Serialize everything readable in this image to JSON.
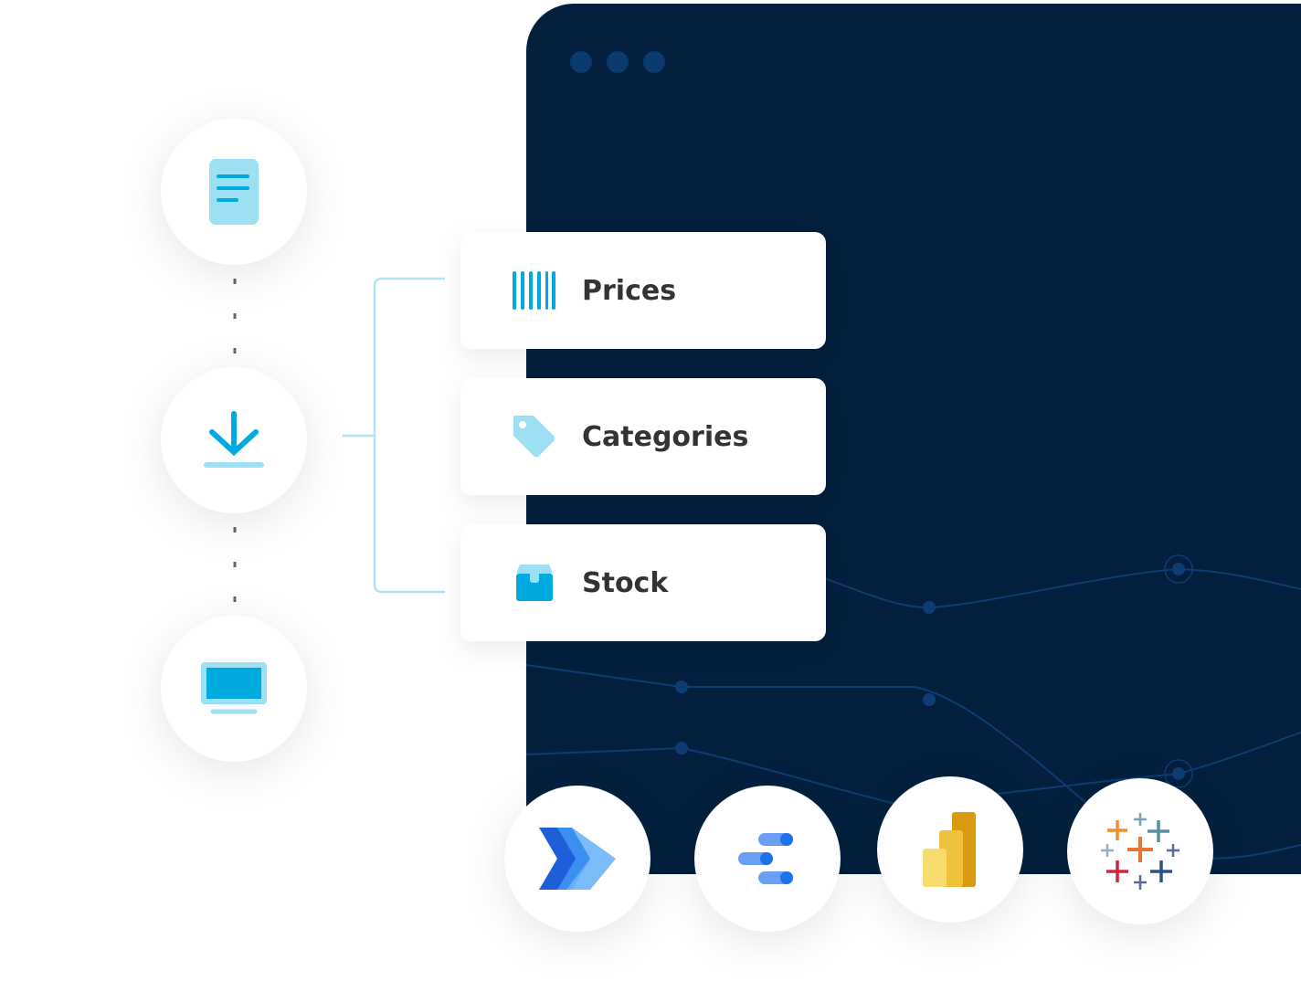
{
  "cards": [
    {
      "label": "Prices",
      "icon": "barcode-icon"
    },
    {
      "label": "Categories",
      "icon": "tag-icon"
    },
    {
      "label": "Stock",
      "icon": "box-icon"
    }
  ],
  "steps": [
    "document-icon",
    "download-icon",
    "monitor-icon"
  ],
  "integrations": [
    "power-automate-logo",
    "looker-studio-logo",
    "power-bi-logo",
    "tableau-logo"
  ],
  "colors": {
    "panel": "#02203e",
    "accent": "#00a9e0",
    "light": "#9ddff3"
  }
}
